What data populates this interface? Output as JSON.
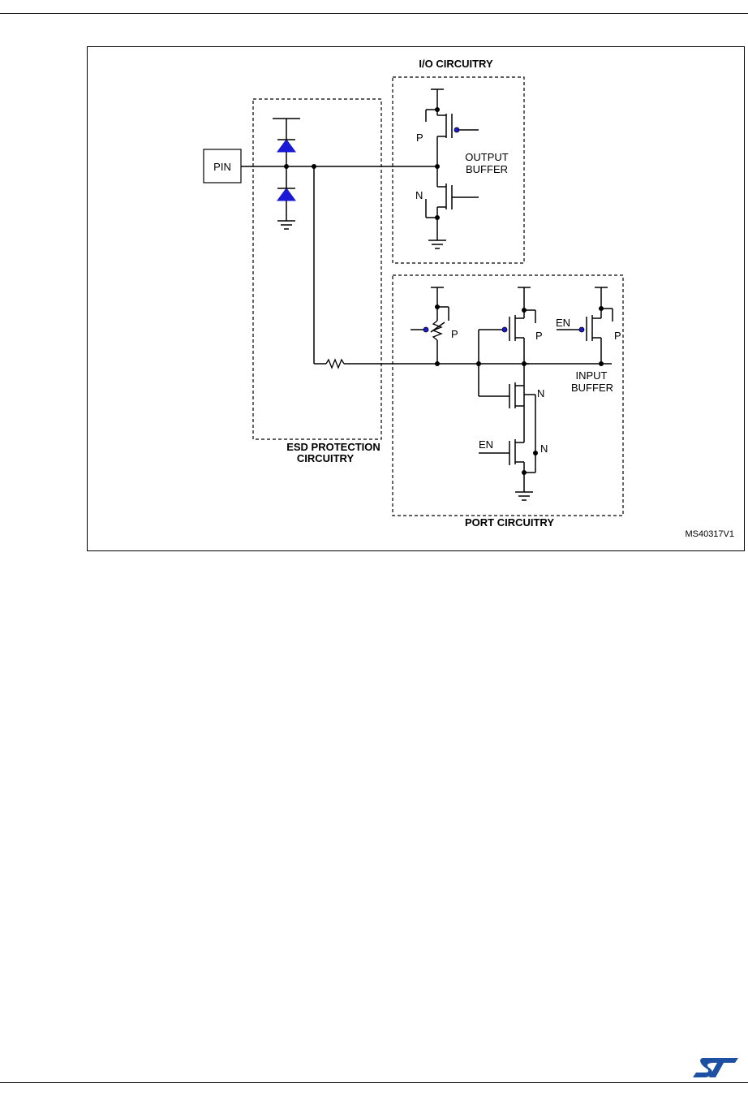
{
  "diagram": {
    "pin": "PIN",
    "io_circuitry": "I/O CIRCUITRY",
    "output_buffer": [
      "OUTPUT",
      "BUFFER"
    ],
    "esd_protection": [
      "ESD PROTECTION",
      "CIRCUITRY"
    ],
    "port_circuitry": "PORT CIRCUITRY",
    "input_buffer": [
      "INPUT",
      "BUFFER"
    ],
    "p": "P",
    "n": "N",
    "en": "EN",
    "figure_id": "MS40317V1"
  },
  "colors": {
    "diode": "#1a1ad6",
    "logo": "#1d4fa3"
  },
  "logo_icon": "st-logo-icon"
}
